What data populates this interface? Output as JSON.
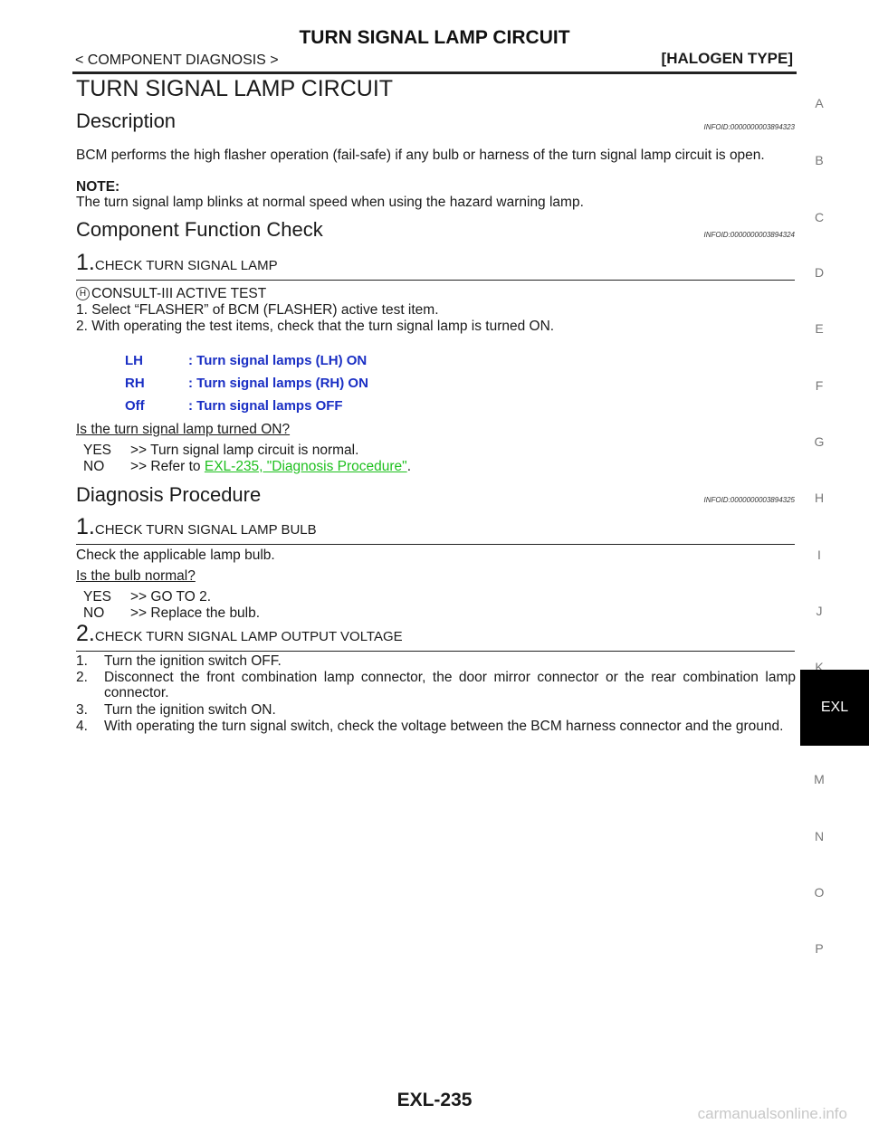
{
  "header": {
    "title": "TURN SIGNAL LAMP CIRCUIT",
    "breadcrumb": "< COMPONENT DIAGNOSIS >",
    "variant": "[HALOGEN TYPE]"
  },
  "section_title": "TURN SIGNAL LAMP CIRCUIT",
  "description": {
    "heading": "Description",
    "infoid": "INFOID:0000000003894323",
    "text": "BCM performs the high flasher operation (fail-safe) if any bulb or harness of the turn signal lamp circuit is open.",
    "note_label": "NOTE:",
    "note_text": "The turn signal lamp blinks at normal speed when using the hazard warning lamp."
  },
  "function_check": {
    "heading": "Component Function Check",
    "infoid": "INFOID:0000000003894324",
    "step1": {
      "num": "1.",
      "title": "CHECK TURN SIGNAL LAMP",
      "tool_icon": "H",
      "tool": "CONSULT-III ACTIVE TEST",
      "items": [
        "1.  Select “FLASHER” of BCM (FLASHER) active test item.",
        "2.  With operating the test items, check that the turn signal lamp is turned ON."
      ],
      "specs": [
        {
          "key": "LH",
          "value": ": Turn signal lamps (LH) ON"
        },
        {
          "key": "RH",
          "value": ": Turn signal lamps (RH) ON"
        },
        {
          "key": "Off",
          "value": ": Turn signal lamps OFF"
        }
      ],
      "question": "Is the turn signal lamp turned ON?",
      "yes_key": "YES",
      "yes_text": ">> Turn signal lamp circuit is normal.",
      "no_key": "NO",
      "no_prefix": ">> Refer to ",
      "no_link": "EXL-235, \"Diagnosis Procedure\"",
      "no_suffix": "."
    }
  },
  "diagnosis": {
    "heading": "Diagnosis Procedure",
    "infoid": "INFOID:0000000003894325",
    "step1": {
      "num": "1.",
      "title": "CHECK TURN SIGNAL LAMP BULB",
      "text": "Check the applicable lamp bulb.",
      "question": "Is the bulb normal?",
      "yes_key": "YES",
      "yes_text": ">> GO TO 2.",
      "no_key": "NO",
      "no_text": ">> Replace the bulb."
    },
    "step2": {
      "num": "2.",
      "title": "CHECK TURN SIGNAL LAMP OUTPUT VOLTAGE",
      "items": [
        {
          "n": "1.",
          "text": "Turn the ignition switch OFF."
        },
        {
          "n": "2.",
          "text": "Disconnect the front combination lamp connector, the door mirror connector or the rear combination lamp connector."
        },
        {
          "n": "3.",
          "text": "Turn the ignition switch ON."
        },
        {
          "n": "4.",
          "text": "With operating the turn signal switch, check the voltage between the BCM harness connector and the ground."
        }
      ]
    }
  },
  "sidebar": {
    "letters": [
      "A",
      "B",
      "C",
      "D",
      "E",
      "F",
      "G",
      "H",
      "I",
      "J",
      "K",
      "M",
      "N",
      "O",
      "P"
    ],
    "active": "EXL"
  },
  "footer": {
    "page": "EXL-235",
    "watermark": "carmanualsonline.info"
  },
  "colors": {
    "spec_blue": "#1a2fc4",
    "link_green": "#1fc01f",
    "sidebar_active": "#000000"
  }
}
